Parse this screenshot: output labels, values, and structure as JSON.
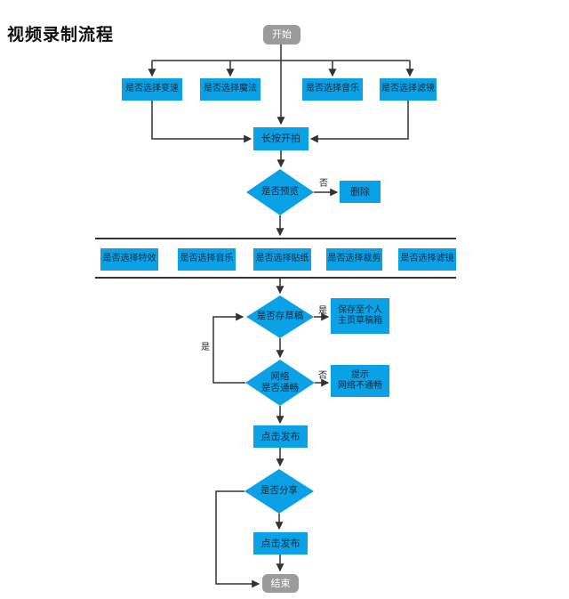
{
  "title": "视频录制流程",
  "colors": {
    "node_blue": "#0aa1e6",
    "node_gray": "#9b9b9b",
    "line": "#333333",
    "text_on_blue": "#0d2b3d",
    "text_on_gray": "#ffffff",
    "title_text": "#111111"
  },
  "nodes": {
    "start": "开始",
    "row1": [
      "是否选择变速",
      "是否选择魔法",
      "是否选择音乐",
      "是否选择滤镜"
    ],
    "long_press": "长按开拍",
    "preview_decision": "是否预览",
    "delete": "删除",
    "edit_row": [
      "是否选择特效",
      "是否选择音乐",
      "是否选择贴纸",
      "是否选择裁剪",
      "是否选择滤镜"
    ],
    "draft_decision": "是否存草稿",
    "save_draft_line1": "保存至个人",
    "save_draft_line2": "主页草稿箱",
    "network_decision_line1": "网络",
    "network_decision_line2": "是否通畅",
    "network_tip_line1": "提示",
    "network_tip_line2": "网络不通畅",
    "publish1": "点击发布",
    "share_decision": "是否分享",
    "publish2": "点击发布",
    "end": "结束"
  },
  "edge_labels": {
    "preview_no": "否",
    "draft_yes": "是",
    "network_no": "否",
    "loop_yes": "是"
  }
}
